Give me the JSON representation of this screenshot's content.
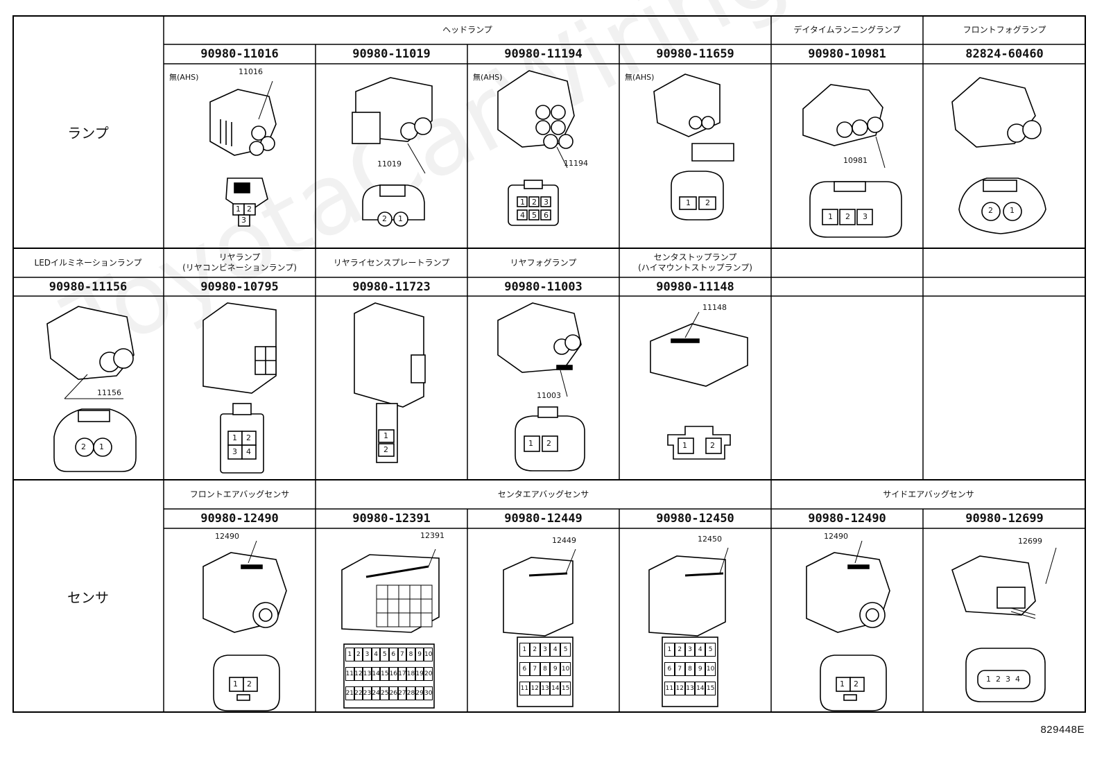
{
  "categories": {
    "lamp": "ランプ",
    "sensor": "センサ"
  },
  "lamp_row": {
    "groups": [
      "ヘッドランプ",
      "デイタイムランニングランプ",
      "フロントフォグランプ"
    ],
    "parts": [
      {
        "pn": "90980-11016",
        "note": "無(AHS)",
        "tag": "11016",
        "pins": [
          "1",
          "2",
          "3"
        ]
      },
      {
        "pn": "90980-11019",
        "note": "",
        "tag": "11019",
        "pins": [
          "2",
          "1"
        ]
      },
      {
        "pn": "90980-11194",
        "note": "無(AHS)",
        "tag": "11194",
        "pins": [
          "1",
          "2",
          "3",
          "4",
          "5",
          "6"
        ]
      },
      {
        "pn": "90980-11659",
        "note": "無(AHS)",
        "tag": "",
        "pins": [
          "1",
          "2"
        ]
      },
      {
        "pn": "90980-10981",
        "note": "",
        "tag": "10981",
        "pins": [
          "1",
          "2",
          "3"
        ]
      },
      {
        "pn": "82824-60460",
        "note": "",
        "tag": "",
        "pins": [
          "2",
          "1"
        ]
      }
    ]
  },
  "rear_row": {
    "parts": [
      {
        "label": "LEDイルミネーションランプ",
        "pn": "90980-11156",
        "tag": "11156",
        "pins": [
          "2",
          "1"
        ]
      },
      {
        "label": "リヤランプ",
        "label2": "(リヤコンビネーションランプ)",
        "pn": "90980-10795",
        "tag": "",
        "pins": [
          "1",
          "2",
          "3",
          "4"
        ]
      },
      {
        "label": "リヤライセンスプレートランプ",
        "pn": "90980-11723",
        "tag": "",
        "pins": [
          "1",
          "2"
        ]
      },
      {
        "label": "リヤフォグランプ",
        "pn": "90980-11003",
        "tag": "11003",
        "pins": [
          "1",
          "2"
        ]
      },
      {
        "label": "センタストップランプ",
        "label2": "(ハイマウントストップランプ)",
        "pn": "90980-11148",
        "tag": "11148",
        "pins": [
          "1",
          "2"
        ]
      }
    ]
  },
  "sensor_row": {
    "groups": [
      "フロントエアバッグセンサ",
      "センタエアバッグセンサ",
      "サイドエアバッグセンサ"
    ],
    "parts": [
      {
        "pn": "90980-12490",
        "tag": "12490",
        "pins": [
          "1",
          "2"
        ]
      },
      {
        "pn": "90980-12391",
        "tag": "12391",
        "pins": [
          "1",
          "2",
          "3",
          "4",
          "5",
          "6",
          "7",
          "8",
          "9",
          "10",
          "11",
          "12",
          "13",
          "14",
          "15",
          "16",
          "17",
          "18",
          "19",
          "20",
          "21",
          "22",
          "23",
          "24",
          "25",
          "26",
          "27",
          "28",
          "29",
          "30"
        ]
      },
      {
        "pn": "90980-12449",
        "tag": "12449",
        "pins": [
          "1",
          "2",
          "3",
          "4",
          "5",
          "6",
          "7",
          "8",
          "9",
          "10",
          "11",
          "12",
          "13",
          "14",
          "15"
        ]
      },
      {
        "pn": "90980-12450",
        "tag": "12450",
        "pins": [
          "1",
          "2",
          "3",
          "4",
          "5",
          "6",
          "7",
          "8",
          "9",
          "10",
          "11",
          "12",
          "13",
          "14",
          "15"
        ]
      },
      {
        "pn": "90980-12490",
        "tag": "12490",
        "pins": [
          "1",
          "2"
        ]
      },
      {
        "pn": "90980-12699",
        "tag": "12699",
        "pins": [
          "1",
          "2",
          "3",
          "4"
        ]
      }
    ]
  },
  "figure_id": "829448E",
  "watermark": "ToyotaCarWiring.net"
}
